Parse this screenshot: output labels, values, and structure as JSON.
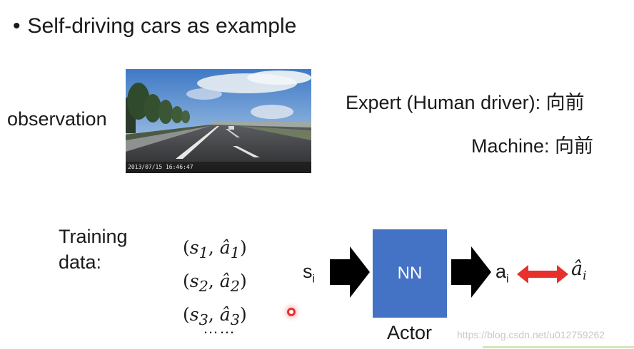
{
  "bullet": {
    "text": "Self-driving cars as example"
  },
  "observation": {
    "label": "observation",
    "timestamp": "2013/07/15 16:46:47"
  },
  "expert": {
    "text": "Expert (Human driver): 向前"
  },
  "machine": {
    "text": "Machine: 向前"
  },
  "training": {
    "line1": "Training",
    "line2": "data:"
  },
  "pairs": [
    {
      "s": "s",
      "sub": "1",
      "a": "â",
      "asub": "1"
    },
    {
      "s": "s",
      "sub": "2",
      "a": "â",
      "asub": "2"
    },
    {
      "s": "s",
      "sub": "3",
      "a": "â",
      "asub": "3"
    }
  ],
  "ellipsis": "……",
  "input_label": {
    "main": "s",
    "sub": "i"
  },
  "nn": {
    "label": "NN",
    "caption": "Actor",
    "color": "#4472c4"
  },
  "output_label": {
    "main": "a",
    "sub": "i"
  },
  "target_label": {
    "main": "â",
    "sub": "i"
  },
  "arrow_color": "#e8302c",
  "watermark": "https://blog.csdn.net/u012759262"
}
